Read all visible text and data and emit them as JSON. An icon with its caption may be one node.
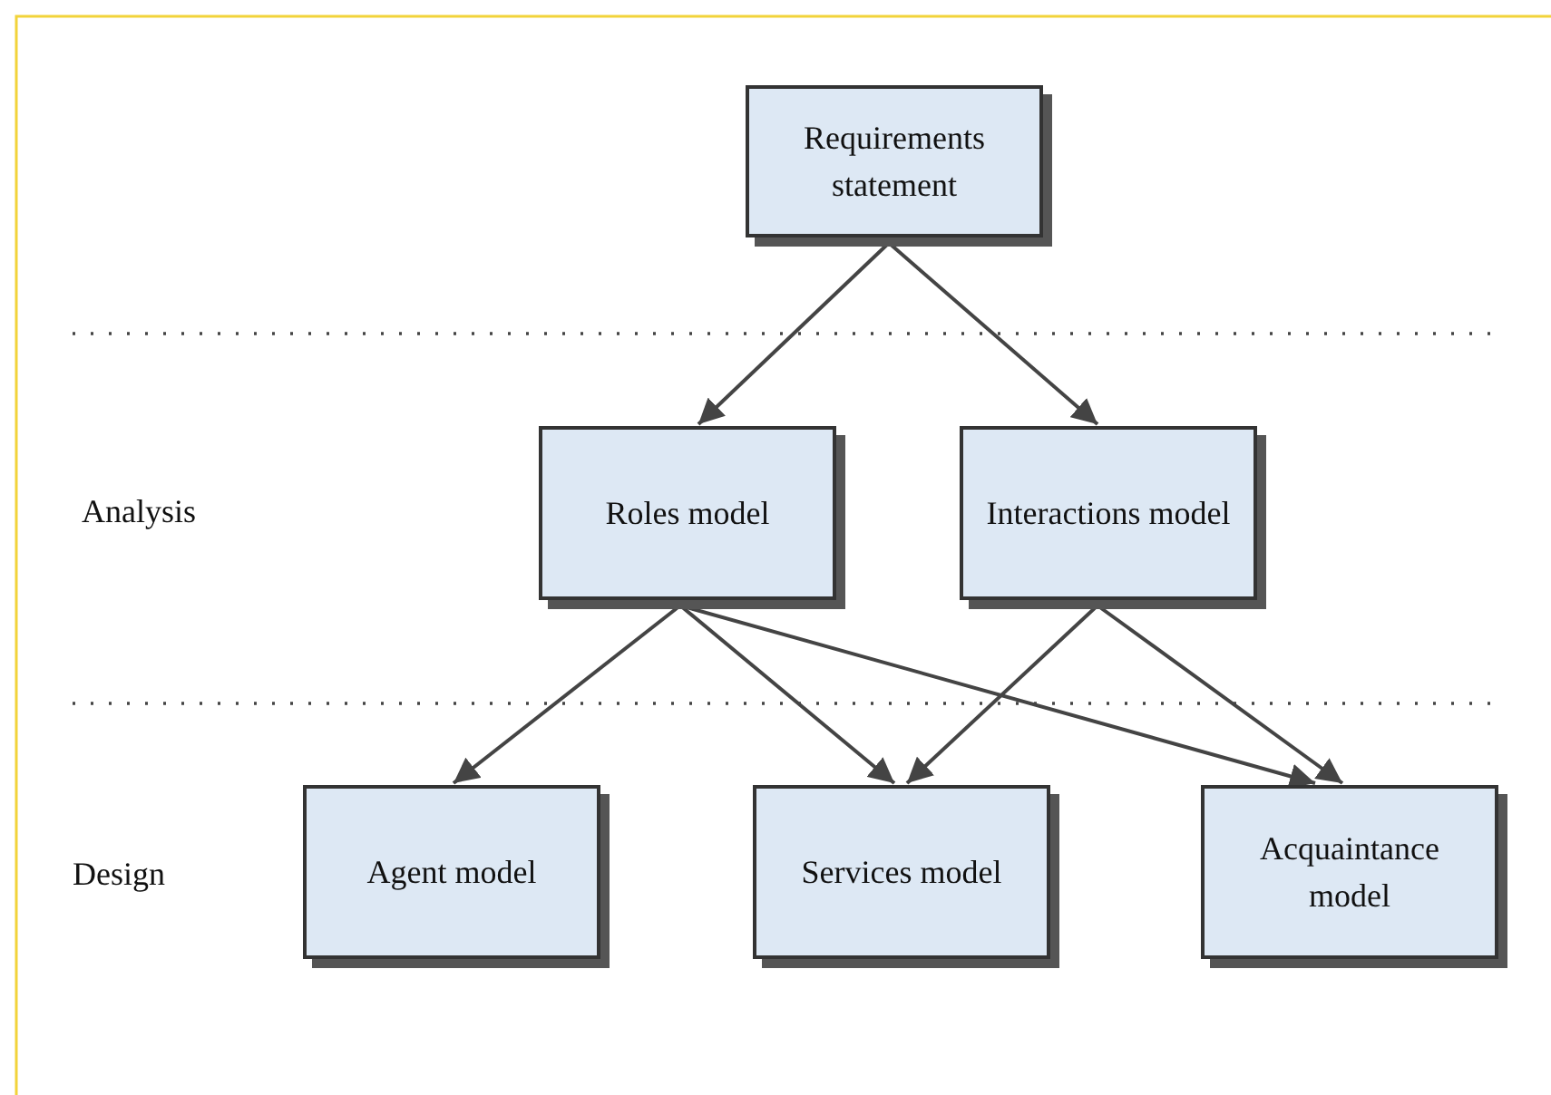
{
  "diagram": {
    "nodes": [
      {
        "text": [
          "Requirements statement"
        ]
      },
      {
        "text": [
          "Roles model"
        ]
      },
      {
        "text": [
          "Interactions model"
        ]
      },
      {
        "text": [
          "Agent model"
        ]
      },
      {
        "text": [
          "Services model"
        ]
      },
      {
        "text": [
          "Acquaintance model"
        ]
      }
    ],
    "edges": [
      {
        "from": 0,
        "to": 1,
        "arrow": "to"
      },
      {
        "from": 0,
        "to": 2,
        "arrow": "to"
      },
      {
        "from": 1,
        "to": 3,
        "arrow": "to"
      },
      {
        "from": 1,
        "to": 4,
        "arrow": "to"
      },
      {
        "from": 1,
        "to": 5,
        "arrow": "to"
      },
      {
        "from": 2,
        "to": 4,
        "arrow": "to"
      },
      {
        "from": 2,
        "to": 5,
        "arrow": "to"
      }
    ],
    "labels": [
      "Analysis",
      "Design"
    ]
  }
}
